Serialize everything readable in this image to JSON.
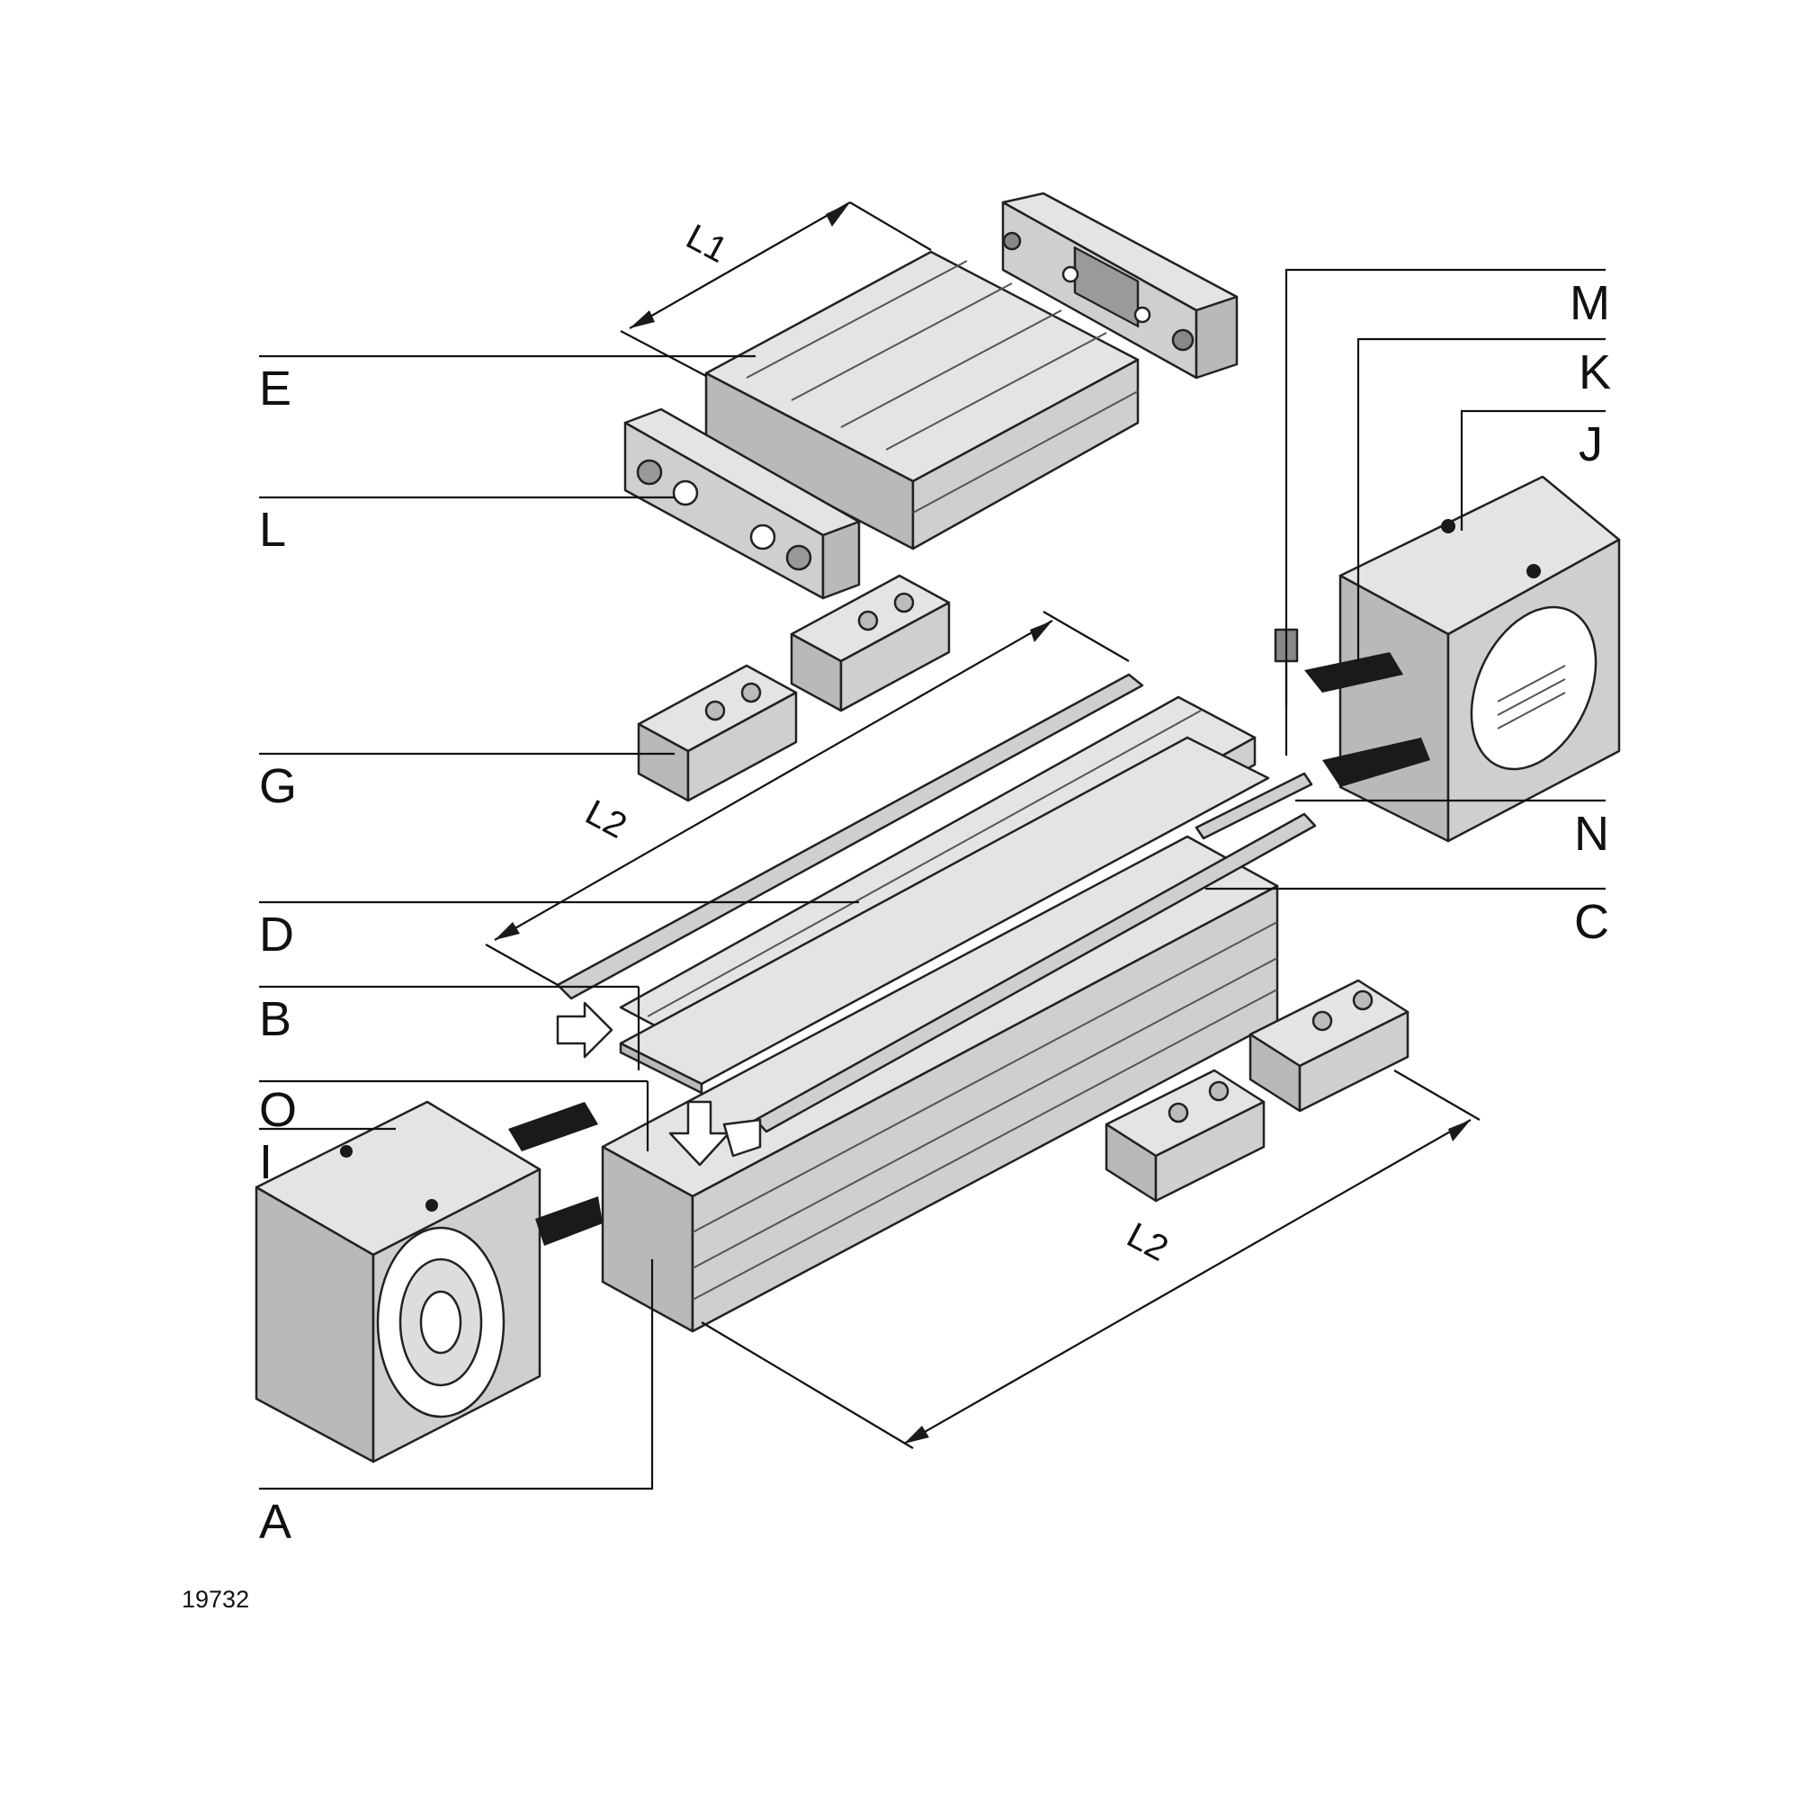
{
  "diagram": {
    "drawing_number": "19732",
    "labels": {
      "A": "A",
      "B": "B",
      "C": "C",
      "D": "D",
      "E": "E",
      "G": "G",
      "I": "I",
      "J": "J",
      "K": "K",
      "L": "L",
      "M": "M",
      "N": "N",
      "O": "O"
    },
    "dimensions": {
      "l1": "L1",
      "l2_upper": "L2",
      "l2_lower": "L2"
    },
    "colors": {
      "line": "#111111",
      "part_light": "#e4e4e4",
      "part_mid": "#cfcfcf",
      "part_dark": "#b9b9b9",
      "belt": "#1a1a1a"
    }
  }
}
